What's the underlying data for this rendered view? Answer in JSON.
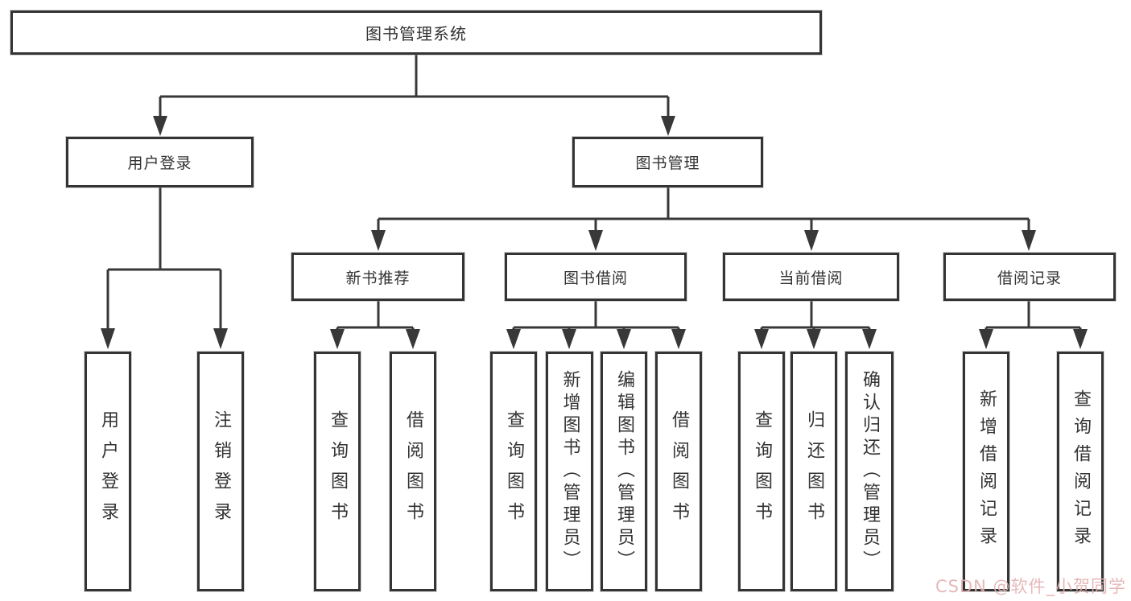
{
  "colors": {
    "line": "#383838",
    "box_border": "#343434",
    "text": "#333333",
    "watermark_pink": "#e4b2b2",
    "background": "#ffffff"
  },
  "watermark": "CSDN @软件_小贺同学",
  "tree": {
    "root": "图书管理系统",
    "user_login": {
      "label": "用户登录",
      "children": [
        "用户登录",
        "注销登录"
      ]
    },
    "book_mgmt": {
      "label": "图书管理",
      "sections": [
        {
          "label": "新书推荐",
          "children": [
            "查询图书",
            "借阅图书"
          ]
        },
        {
          "label": "图书借阅",
          "children": [
            "查询图书",
            "新增图书（管理员）",
            "编辑图书（管理员）",
            "借阅图书"
          ]
        },
        {
          "label": "当前借阅",
          "children": [
            "查询图书",
            "归还图书",
            "确认归还（管理员）"
          ]
        },
        {
          "label": "借阅记录",
          "children": [
            "新增借阅记录",
            "查询借阅记录"
          ]
        }
      ]
    }
  }
}
